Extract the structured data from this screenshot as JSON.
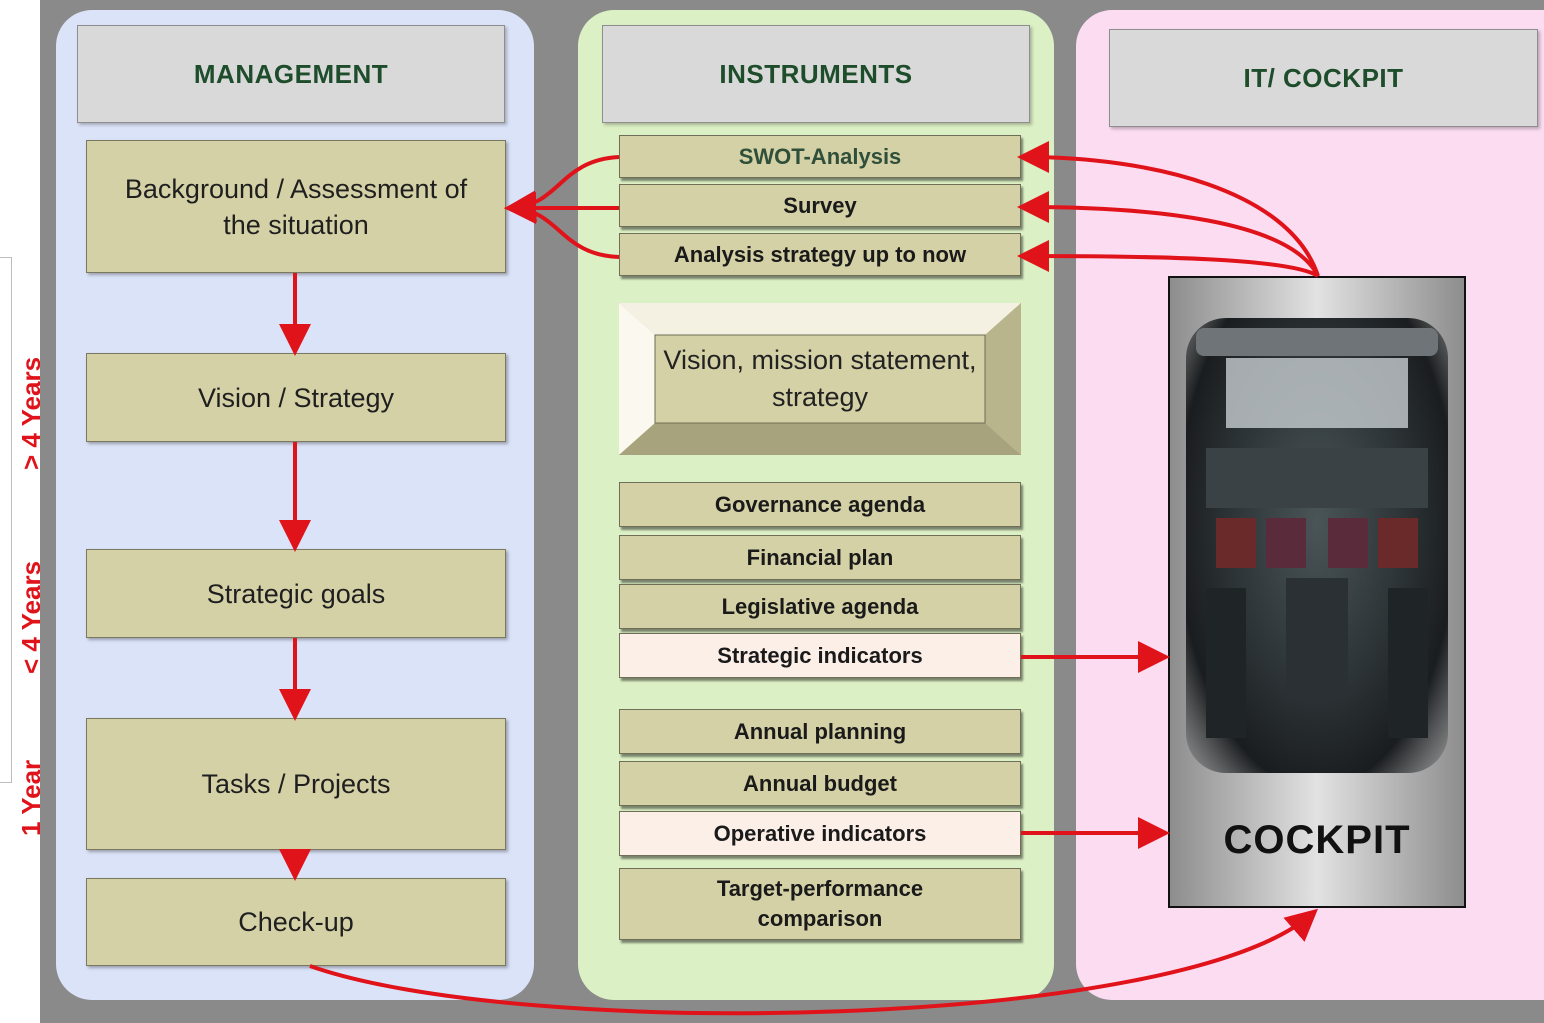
{
  "columns": {
    "management": {
      "header": "MANAGEMENT",
      "boxes": {
        "background": "Background / Assessment of the situation",
        "vision": "Vision / Strategy",
        "goals": "Strategic goals",
        "tasks": "Tasks / Projects",
        "checkup": "Check-up"
      }
    },
    "instruments": {
      "header": "INSTRUMENTS",
      "swot": "SWOT-Analysis",
      "survey": "Survey",
      "analysis": "Analysis strategy up to now",
      "vision_statement": "Vision, mission statement, strategy",
      "governance": "Governance agenda",
      "financial": "Financial plan",
      "legislative": "Legislative agenda",
      "strategic_indicators": "Strategic indicators",
      "annual_planning": "Annual planning",
      "annual_budget": "Annual budget",
      "operative_indicators": "Operative indicators",
      "target_performance": "Target-performance comparison"
    },
    "it_cockpit": {
      "header": "IT/ COCKPIT",
      "cockpit_label": "COCKPIT"
    }
  },
  "time_horizons": {
    "long": "> 4 Years",
    "medium": "< 4 Years",
    "short": "1 Year"
  },
  "colors": {
    "arrow": "#e0121a",
    "management_bg": "#dbe3f8",
    "instruments_bg": "#dcf0c5",
    "it_bg": "#fbdcf1",
    "box_fill": "#d5d1a6",
    "indicator_fill": "#fcefe8"
  }
}
